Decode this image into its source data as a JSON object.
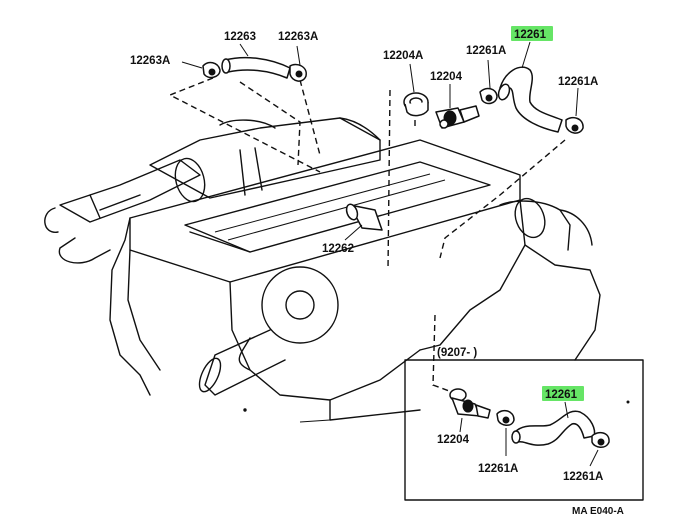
{
  "labels": {
    "p12263": "12263",
    "p12263A_top": "12263A",
    "p12263A_left": "12263A",
    "p12204A": "12204A",
    "p12261A_top": "12261A",
    "p12261_top": "12261",
    "p12204_top": "12204",
    "p12261A_right": "12261A",
    "p12262": "12262",
    "inset_date": "(9207-        )",
    "p12261_inset": "12261",
    "p12204_inset": "12204",
    "p12261A_inset_left": "12261A",
    "p12261A_inset_right": "12261A",
    "diagram_code": "MA E040-A"
  },
  "highlight_color": "#66e566"
}
